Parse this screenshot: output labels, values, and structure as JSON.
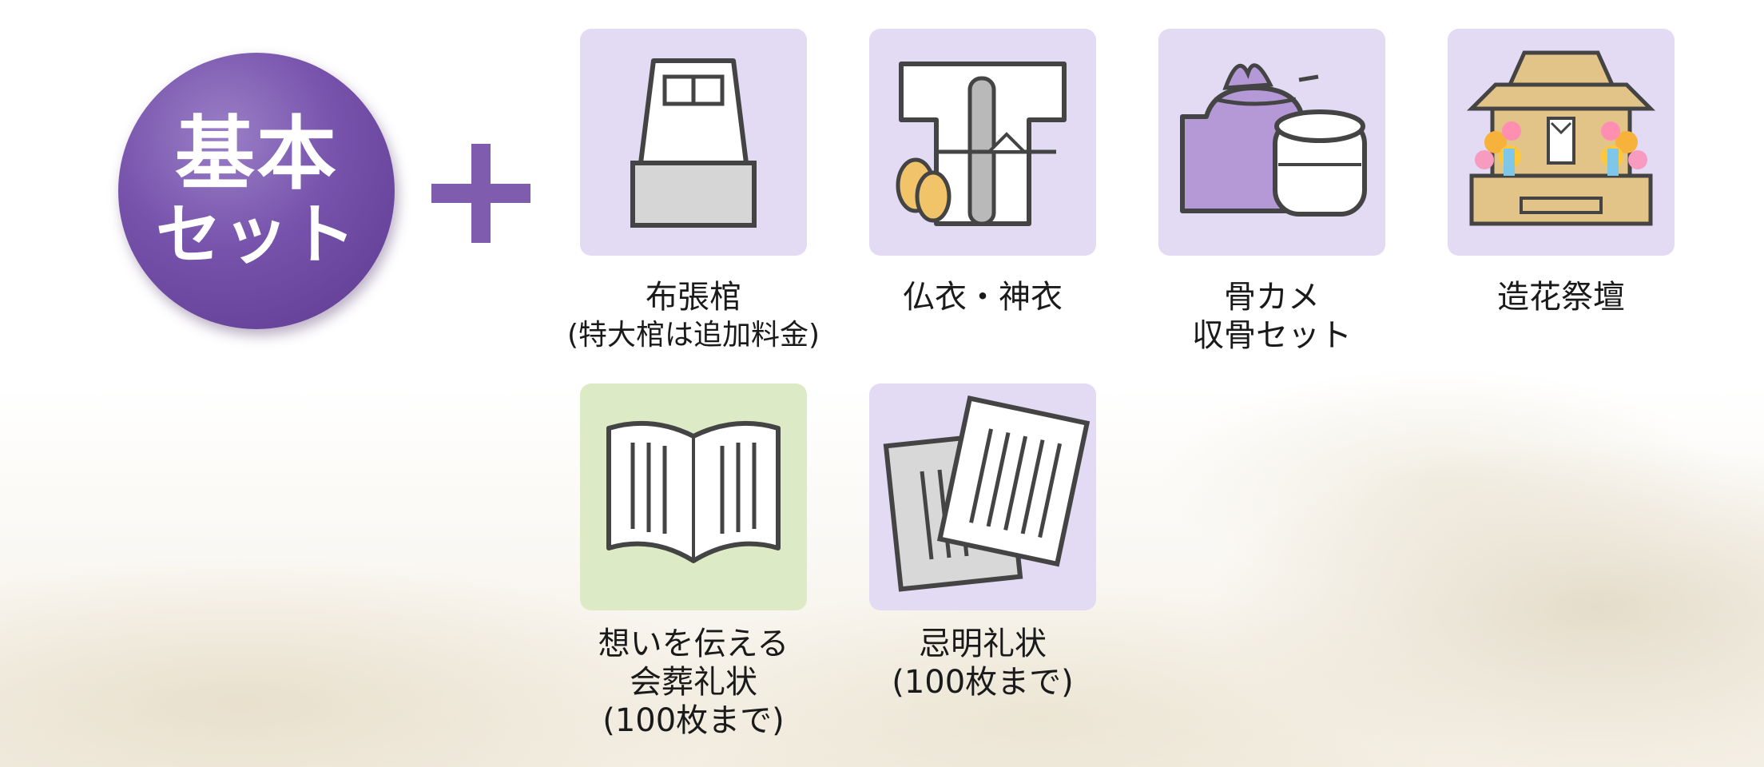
{
  "badge": {
    "line1": "基本",
    "line2": "セット"
  },
  "plus_icon": "plus-icon",
  "colors": {
    "badge": "#7652ab",
    "plus": "#7f5cae",
    "tile_lavender": "#e3daf3",
    "tile_green": "#dcebc6",
    "text": "#1a1a1a"
  },
  "items": [
    {
      "icon": "coffin-icon",
      "lines": [
        "布張棺",
        "(特大棺は追加料金)"
      ]
    },
    {
      "icon": "kimono-icon",
      "lines": [
        "仏衣・神衣"
      ]
    },
    {
      "icon": "urn-icon",
      "lines": [
        "骨カメ",
        "収骨セット"
      ]
    },
    {
      "icon": "altar-icon",
      "lines": [
        "造花祭壇"
      ]
    },
    {
      "icon": "letter-icon",
      "lines": [
        "想いを伝える",
        "会葬礼状",
        "(100枚まで)"
      ]
    },
    {
      "icon": "cards-icon",
      "lines": [
        "忌明礼状",
        "(100枚まで)"
      ]
    }
  ]
}
